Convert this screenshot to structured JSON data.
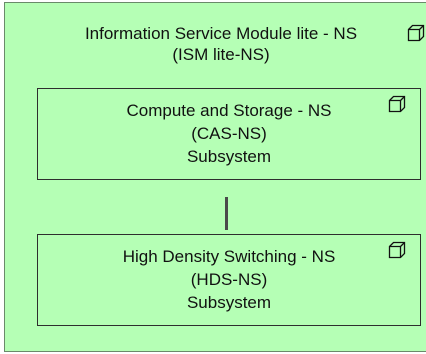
{
  "container": {
    "title_line1": "Information Service Module lite - NS",
    "title_line2": "(ISM lite-NS)",
    "icon": "cube-icon"
  },
  "nodes": [
    {
      "line1": "Compute and Storage - NS",
      "line2": "(CAS-NS)",
      "line3": "Subsystem",
      "icon": "cube-icon"
    },
    {
      "line1": "High Density Switching - NS",
      "line2": "(HDS-NS)",
      "line3": "Subsystem",
      "icon": "cube-icon"
    }
  ],
  "colors": {
    "fill": "#b5ffb5",
    "border": "#2e2e2e",
    "connector": "#4a4a4a"
  }
}
